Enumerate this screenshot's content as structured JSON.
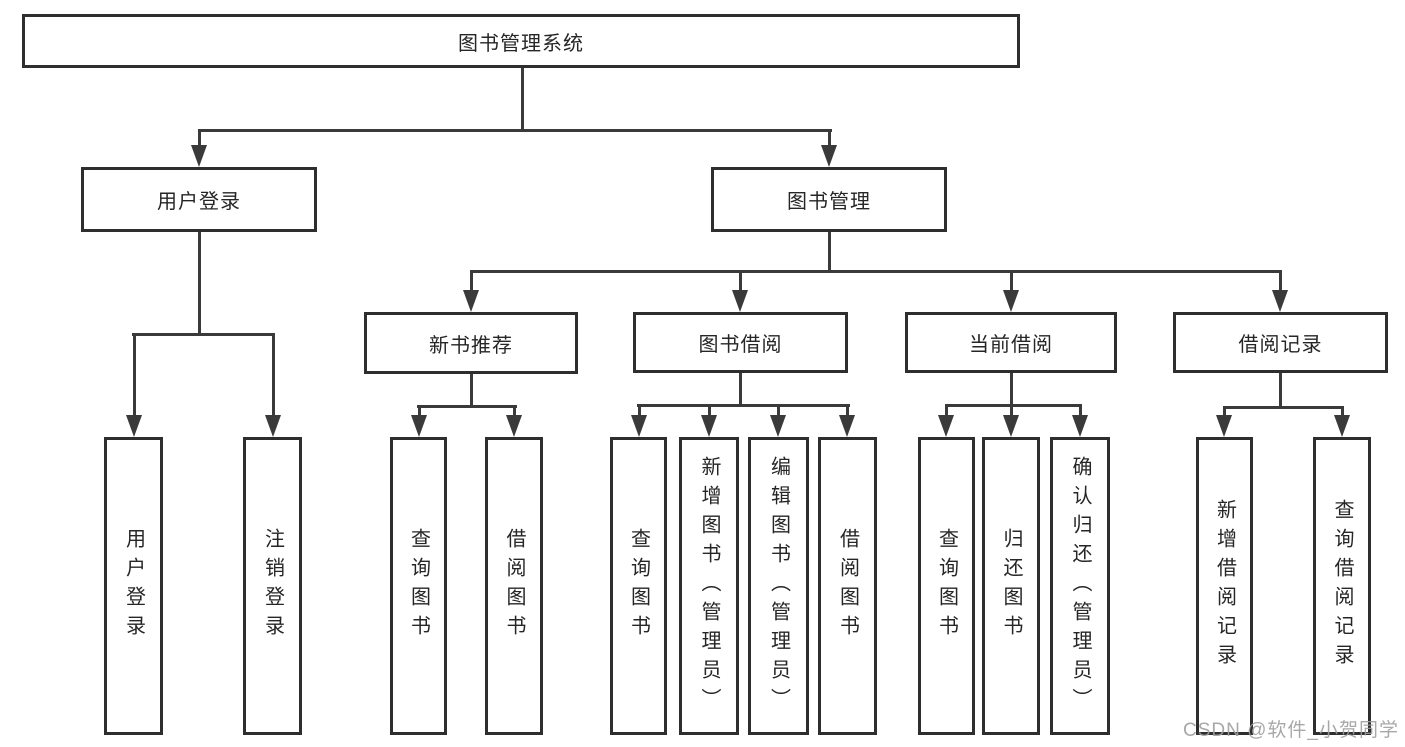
{
  "diagram": {
    "type": "hierarchy-tree",
    "title": "图书管理系统",
    "level2": [
      {
        "label": "用户登录",
        "parent": "图书管理系统"
      },
      {
        "label": "图书管理",
        "parent": "图书管理系统"
      }
    ],
    "level3": [
      {
        "label": "新书推荐",
        "parent": "图书管理"
      },
      {
        "label": "图书借阅",
        "parent": "图书管理"
      },
      {
        "label": "当前借阅",
        "parent": "图书管理"
      },
      {
        "label": "借阅记录",
        "parent": "图书管理"
      }
    ],
    "leaves": [
      {
        "label": "用户登录",
        "parent": "用户登录"
      },
      {
        "label": "注销登录",
        "parent": "用户登录"
      },
      {
        "label": "查询图书",
        "parent": "新书推荐"
      },
      {
        "label": "借阅图书",
        "parent": "新书推荐"
      },
      {
        "label": "查询图书",
        "parent": "图书借阅"
      },
      {
        "label": "新增图书（管理员）",
        "parent": "图书借阅"
      },
      {
        "label": "编辑图书（管理员）",
        "parent": "图书借阅"
      },
      {
        "label": "借阅图书",
        "parent": "图书借阅"
      },
      {
        "label": "查询图书",
        "parent": "当前借阅"
      },
      {
        "label": "归还图书",
        "parent": "当前借阅"
      },
      {
        "label": "确认归还（管理员）",
        "parent": "当前借阅"
      },
      {
        "label": "新增借阅记录",
        "parent": "借阅记录"
      },
      {
        "label": "查询借阅记录",
        "parent": "借阅记录"
      }
    ]
  },
  "watermark": {
    "text": "CSDN @软件_小贺同学"
  },
  "colors": {
    "background": "#ffffff",
    "box_fill": "#ffffff",
    "box_border": "#2e2e2e",
    "line": "#3a3a3a",
    "text": "#262626",
    "watermark": "#9e9e9e"
  }
}
